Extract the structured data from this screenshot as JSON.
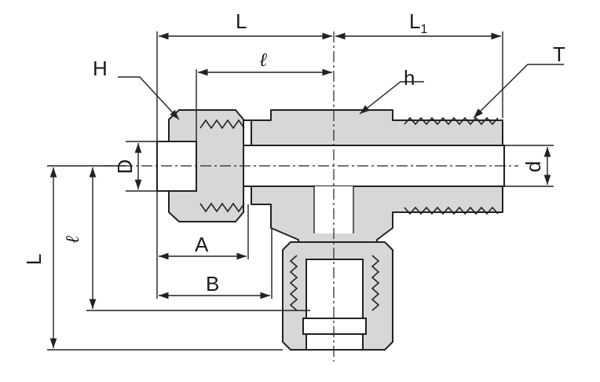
{
  "labels": {
    "L_top": "L",
    "L1": "L",
    "L1_sub": "1",
    "l_top": "ℓ",
    "h": "h",
    "T": "T",
    "H": "H",
    "D": "D",
    "d": "d",
    "A": "A",
    "B": "B",
    "L_left": "L",
    "l_left": "ℓ"
  }
}
